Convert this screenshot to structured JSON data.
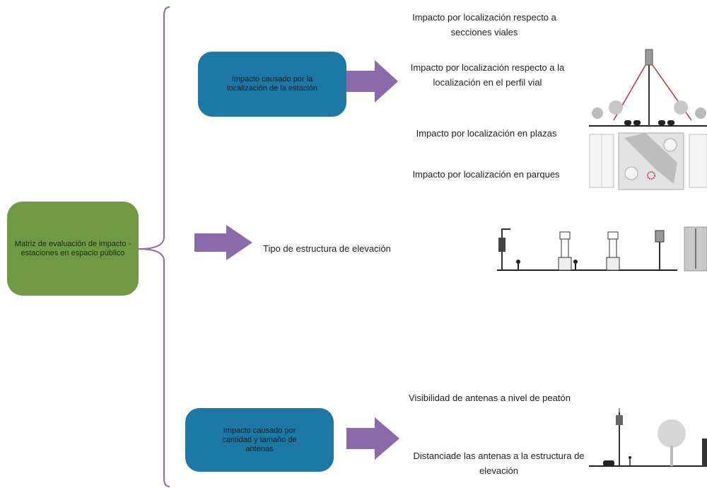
{
  "root": {
    "text": "Matriz de evaluación de impacto - estaciones en espacio público",
    "color": "#6f9a43"
  },
  "branches": {
    "location": {
      "box_text": "Impacto causado por la localización de la estación",
      "color": "#1c79a6",
      "items": [
        "Impacto por localización respecto a secciones viales",
        "Impacto por localización respecto a la localización en el perfil vial",
        "Impacto por localización en plazas",
        "Impacto por localización en parques"
      ]
    },
    "structure": {
      "text": "Tipo de estructura de elevación"
    },
    "antennas": {
      "box_text": "Impacto causado por cantidad y tamaño de antenas",
      "color": "#1c79a6",
      "items": [
        "Visibilidad de antenas a nivel de peatón",
        "Distanciade las antenas a la estructura de elevación"
      ]
    }
  },
  "arrow_color": "#8a6aaa",
  "brace_color": "#8a6aaa"
}
